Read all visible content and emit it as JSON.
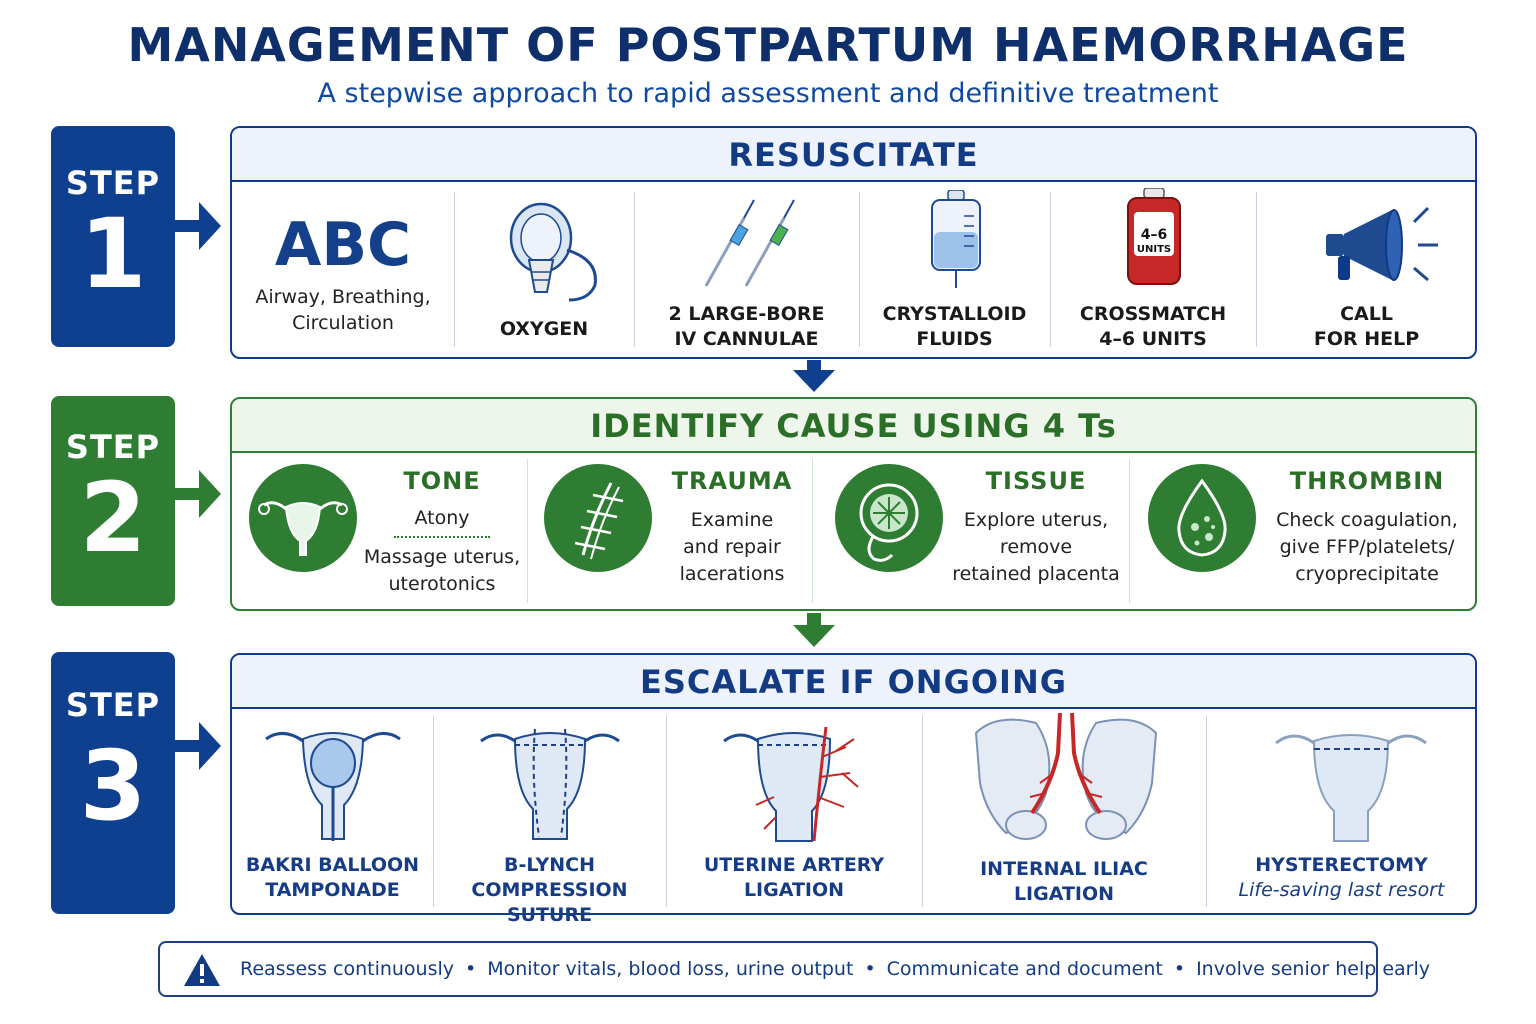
{
  "title": "MANAGEMENT OF POSTPARTUM HAEMORRHAGE",
  "subtitle": "A stepwise approach to rapid assessment and definitive treatment",
  "colors": {
    "blue": "#123b83",
    "green": "#2e7d32",
    "red": "#c62828"
  },
  "step1": {
    "badge_label": "STEP",
    "badge_number": "1",
    "heading": "RESUSCITATE",
    "abc": {
      "big": "ABC",
      "desc_line1": "Airway, Breathing,",
      "desc_line2": "Circulation"
    },
    "items": [
      {
        "icon": "oxygen-mask-icon",
        "line1": "OXYGEN",
        "line2": ""
      },
      {
        "icon": "iv-cannula-icon",
        "line1": "2 LARGE-BORE",
        "line2": "IV CANNULAE"
      },
      {
        "icon": "iv-fluid-bag-icon",
        "line1": "CRYSTALLOID",
        "line2": "FLUIDS"
      },
      {
        "icon": "blood-bag-icon",
        "line1": "CROSSMATCH",
        "line2": "4–6 UNITS"
      },
      {
        "icon": "megaphone-icon",
        "line1": "CALL",
        "line2": "FOR HELP"
      }
    ],
    "blood_bag_label_1": "4–6",
    "blood_bag_label_2": "UNITS"
  },
  "step2": {
    "badge_label": "STEP",
    "badge_number": "2",
    "heading": "IDENTIFY CAUSE USING 4 Ts",
    "items": [
      {
        "icon": "uterus-icon",
        "title": "TONE",
        "line1": "Atony",
        "line2": "Massage uterus,",
        "line3": "uterotonics"
      },
      {
        "icon": "sutured-laceration-icon",
        "title": "TRAUMA",
        "line1": "Examine",
        "line2": "and repair",
        "line3": "lacerations"
      },
      {
        "icon": "placenta-icon",
        "title": "TISSUE",
        "line1": "Explore uterus,",
        "line2": "remove",
        "line3": "retained placenta"
      },
      {
        "icon": "blood-drop-icon",
        "title": "THROMBIN",
        "line1": "Check coagulation,",
        "line2": "give FFP/platelets/",
        "line3": "cryoprecipitate"
      }
    ]
  },
  "step3": {
    "badge_label": "STEP",
    "badge_number": "3",
    "heading": "ESCALATE IF ONGOING",
    "items": [
      {
        "icon": "balloon-tamponade-icon",
        "line1": "BAKRI BALLOON",
        "line2": "TAMPONADE"
      },
      {
        "icon": "compression-suture-icon",
        "line1": "B-LYNCH",
        "line2": "COMPRESSION SUTURE"
      },
      {
        "icon": "uterine-artery-icon",
        "line1": "UTERINE ARTERY",
        "line2": "LIGATION"
      },
      {
        "icon": "pelvis-iliac-icon",
        "line1": "INTERNAL ILIAC",
        "line2": "LIGATION"
      },
      {
        "icon": "hysterectomy-icon",
        "line1": "HYSTERECTOMY",
        "line2": "Life-saving last resort"
      }
    ]
  },
  "footer": {
    "icon": "warning-icon",
    "items": [
      "Reassess continuously",
      "Monitor vitals, blood loss, urine output",
      "Communicate and document",
      "Involve senior help early"
    ],
    "separator": "•"
  }
}
